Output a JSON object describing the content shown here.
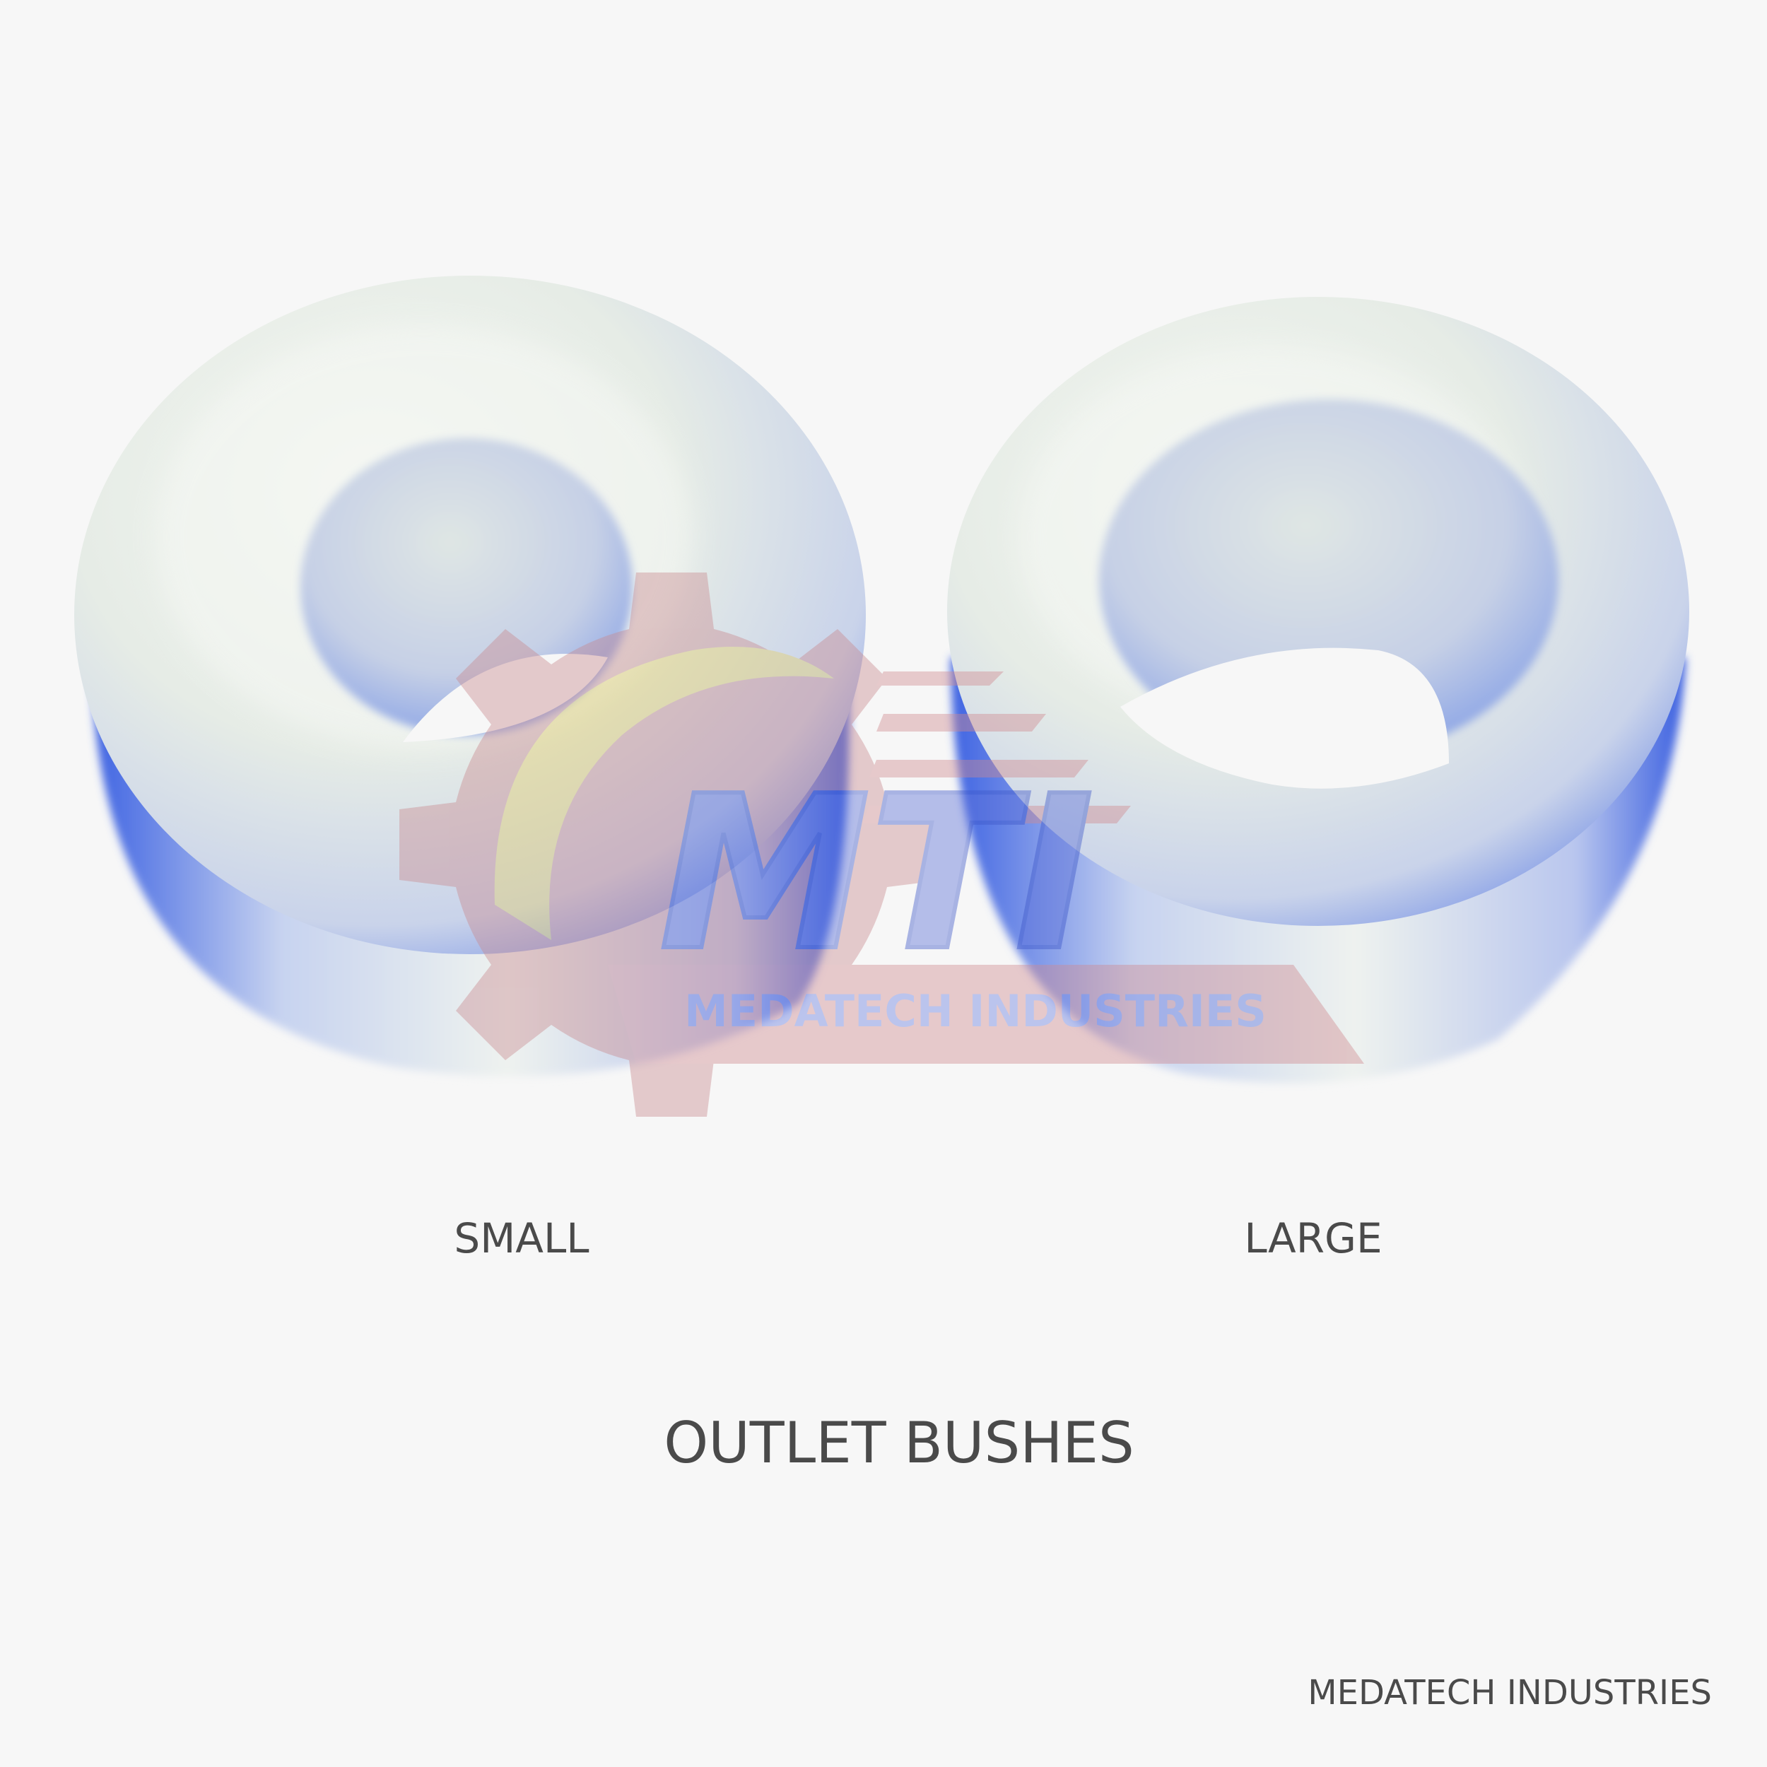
{
  "labels": {
    "small": "SMALL",
    "large": "LARGE"
  },
  "title": "OUTLET BUSHES",
  "footer_brand": "MEDATECH INDUSTRIES",
  "watermark": {
    "monogram": "MTI",
    "company": "MEDATECH INDUSTRIES",
    "colors": {
      "gear": "#c98a8f",
      "arc": "#e4cf6a",
      "letters": "#5a6ed8",
      "text": "#6b7fe0",
      "banner": "#d08a90"
    }
  },
  "colors": {
    "background": "#f7f7f7",
    "bush_body": "#eef2ee",
    "bush_shadow": "#3d63e0",
    "text": "#4a4a4a"
  }
}
